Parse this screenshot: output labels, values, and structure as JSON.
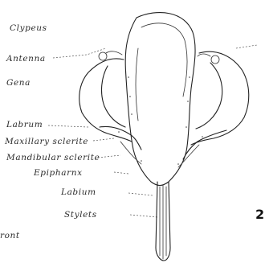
{
  "labels": {
    "clypeus": "Clypeus",
    "antenna": "Antenna",
    "gena": "Gena",
    "labrum": "Labrum",
    "maxillary_sclerite": "Maxillary sclerite",
    "mandibular_sclerite": "Mandibular sclerite",
    "epipharynx": "Epipharnx",
    "labium": "Labium",
    "stylets": "Stylets",
    "front_partial": "ront"
  },
  "figure_number_partial": "2"
}
